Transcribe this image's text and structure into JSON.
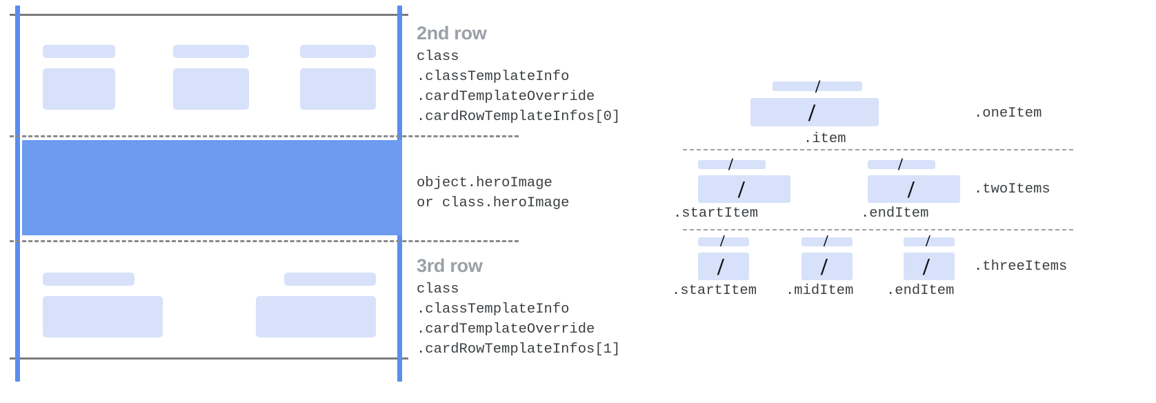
{
  "diagram": {
    "title_hidden": "",
    "colors": {
      "hero_blue": "#6C9BF0",
      "placeholder_blue": "#D7E1FA",
      "guide_blue": "#5B8DEF",
      "edge_grey": "#7B7B7B",
      "dash_grey": "#8A8A8A",
      "heading_grey": "#9AA0A6",
      "mono_text": "#3C4043"
    }
  },
  "card": {
    "row2": {
      "heading": "2nd row",
      "lines": [
        "class",
        ".classTemplateInfo",
        ".cardTemplateOverride",
        ".cardRowTemplateInfos[0]"
      ]
    },
    "hero": {
      "lines": [
        "object.heroImage",
        "or class.heroImage"
      ]
    },
    "row3": {
      "heading": "3rd row",
      "lines": [
        "class",
        ".classTemplateInfo",
        ".cardTemplateOverride",
        ".cardRowTemplateInfos[1]"
      ]
    }
  },
  "items": {
    "one": {
      "row_label": ".oneItem",
      "slots": [
        {
          "label": ".item",
          "glyph": "/"
        }
      ]
    },
    "two": {
      "row_label": ".twoItems",
      "slots": [
        {
          "label": ".startItem",
          "glyph": "/"
        },
        {
          "label": ".endItem",
          "glyph": "/"
        }
      ]
    },
    "three": {
      "row_label": ".threeItems",
      "slots": [
        {
          "label": ".startItem",
          "glyph": "/"
        },
        {
          "label": ".midItem",
          "glyph": "/"
        },
        {
          "label": ".endItem",
          "glyph": "/"
        }
      ]
    }
  }
}
